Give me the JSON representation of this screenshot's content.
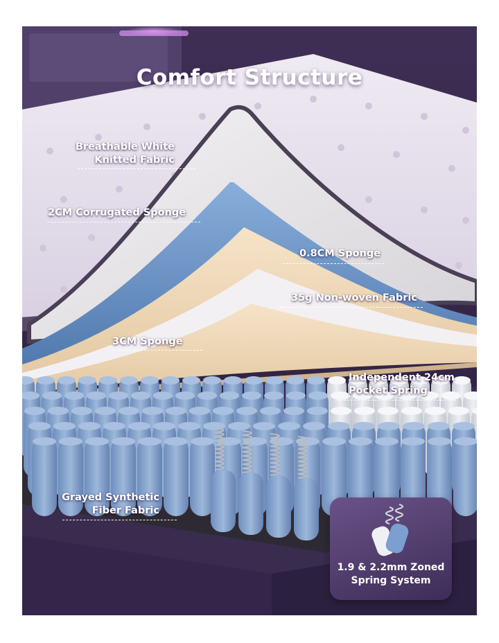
{
  "title": "Comfort Structure",
  "layers": [
    {
      "line1": "Breathable White",
      "line2": "Knitted Fabric"
    },
    {
      "line1": "2CM Corrugated Sponge"
    },
    {
      "line1": "0.8CM Sponge"
    },
    {
      "line1": "35g Non-woven Fabric"
    },
    {
      "line1": "3CM Sponge"
    },
    {
      "line1": "Independent 24cm",
      "line2": "Pocket Spring"
    },
    {
      "line1": "Grayed Synthetic",
      "line2": "Fiber Fabric"
    }
  ],
  "inset": {
    "line1": "1.9 & 2.2mm Zoned",
    "line2": "Spring System"
  },
  "icons": [
    "spring-icon"
  ],
  "colors": {
    "background": "#4a3560",
    "mattress_top": "#e9e4ef",
    "corrugated_sponge": "#7b9fcf",
    "thin_sponge": "#f2ddc0",
    "nonwoven": "#f4f1f4",
    "coil_sleeve": "#8ea9cf",
    "led_glow": "#d88ae8"
  }
}
